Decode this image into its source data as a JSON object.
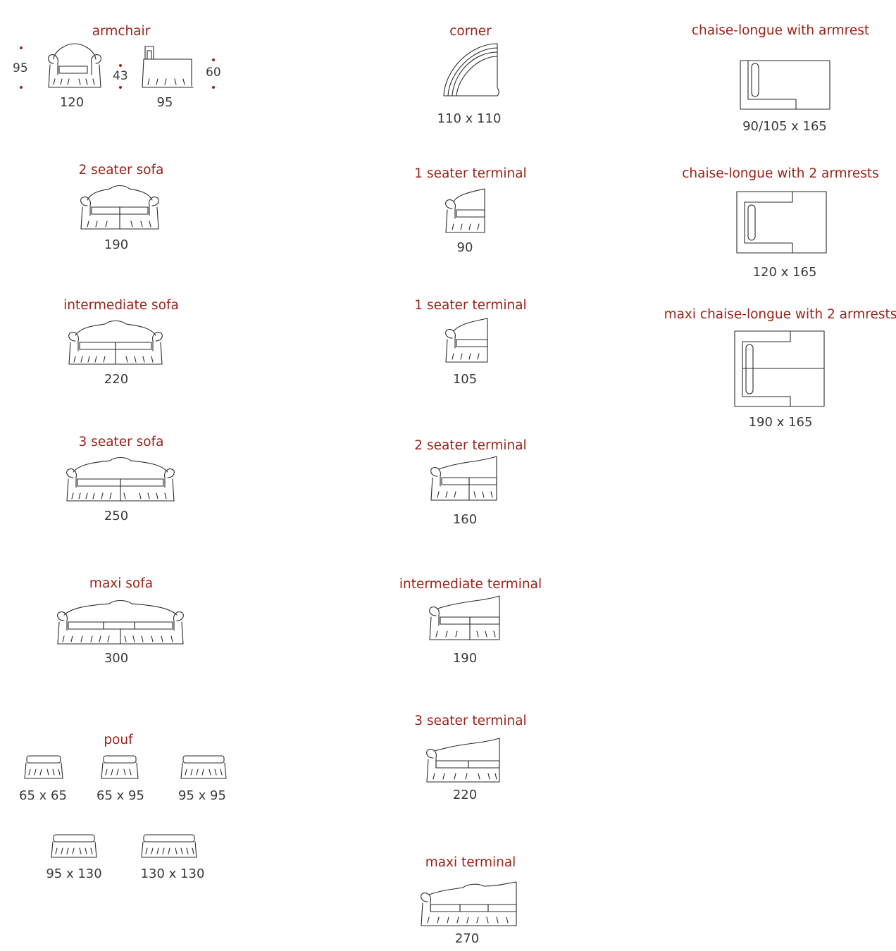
{
  "colors": {
    "title": "#9b2218",
    "text": "#3a3a3a",
    "line": "#2a2a2a"
  },
  "armchair": {
    "title": "armchair",
    "height": "95",
    "seat_height": "43",
    "back_height": "60",
    "width": "120",
    "depth": "95"
  },
  "corner": {
    "title": "corner",
    "dim": "110 x 110"
  },
  "chaise_armrest": {
    "title": "chaise-longue with armrest",
    "dim": "90/105 x 165"
  },
  "two_seater": {
    "title": "2 seater sofa",
    "dim": "190"
  },
  "one_seater_terminal_a": {
    "title": "1 seater terminal",
    "dim": "90"
  },
  "chaise_two_armrests": {
    "title": "chaise-longue with 2 armrests",
    "dim": "120 x 165"
  },
  "intermediate_sofa": {
    "title": "intermediate sofa",
    "dim": "220"
  },
  "one_seater_terminal_b": {
    "title": "1 seater terminal",
    "dim": "105"
  },
  "maxi_chaise": {
    "title": "maxi chaise-longue with 2 armrests",
    "dim": "190 x 165"
  },
  "three_seater": {
    "title": "3 seater sofa",
    "dim": "250"
  },
  "two_seater_terminal": {
    "title": "2 seater terminal",
    "dim": "160"
  },
  "maxi_sofa": {
    "title": "maxi sofa",
    "dim": "300"
  },
  "intermediate_terminal": {
    "title": "intermediate terminal",
    "dim": "190"
  },
  "pouf": {
    "title": "pouf",
    "sizes": [
      "65 x 65",
      "65 x 95",
      "95 x 95",
      "95 x 130",
      "130 x 130"
    ]
  },
  "three_seater_terminal": {
    "title": "3 seater terminal",
    "dim": "220"
  },
  "maxi_terminal": {
    "title": "maxi terminal",
    "dim": "270"
  }
}
